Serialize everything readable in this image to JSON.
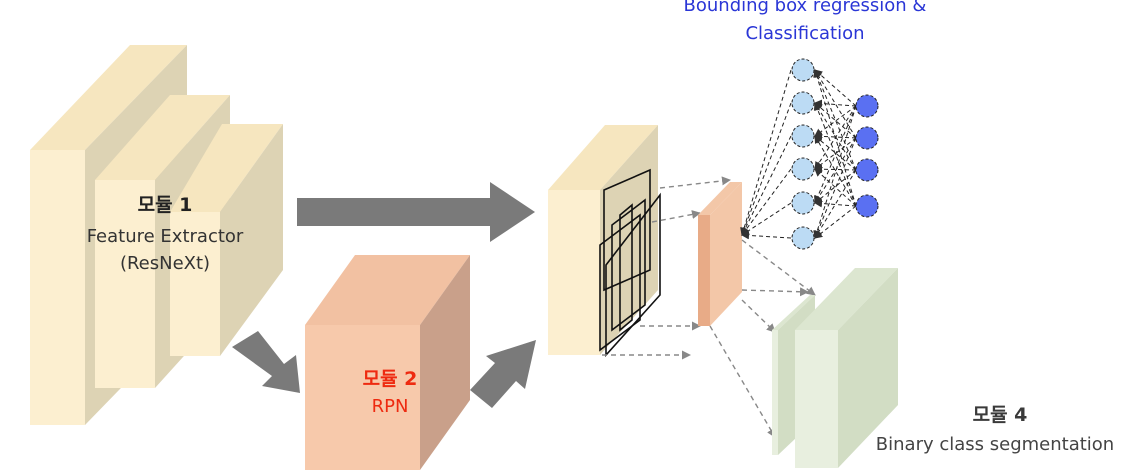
{
  "module1": {
    "title": "모듈 1",
    "line1": "Feature Extractor",
    "line2": "(ResNeXt)"
  },
  "module2": {
    "title": "모듈 2",
    "line1": "RPN"
  },
  "module3": {
    "line1": "Bounding box regression &",
    "line2": "Classification"
  },
  "module4": {
    "title": "모듈 4",
    "line1": "Binary class segmentation"
  },
  "colors": {
    "block_front": "#fcefd0",
    "block_side": "#ddd3b4",
    "block_top": "#f6e6bf",
    "rpn_front": "#f7c9ab",
    "rpn_side": "#c9a08a",
    "roi_front": "#e8ab87",
    "roi_side": "#f3c7a8",
    "seg_front": "#e8efdf",
    "seg_side": "#d2ddc4",
    "arrow": "#7a7a7a",
    "node_light": "#bcdbf4",
    "node_dark": "#5a70f2",
    "module2_text": "#ee2a10",
    "module3_text": "#2a36d6"
  },
  "icons": [
    "big-arrow-icon",
    "dashed-arrow-icon",
    "neuron-node-icon"
  ]
}
